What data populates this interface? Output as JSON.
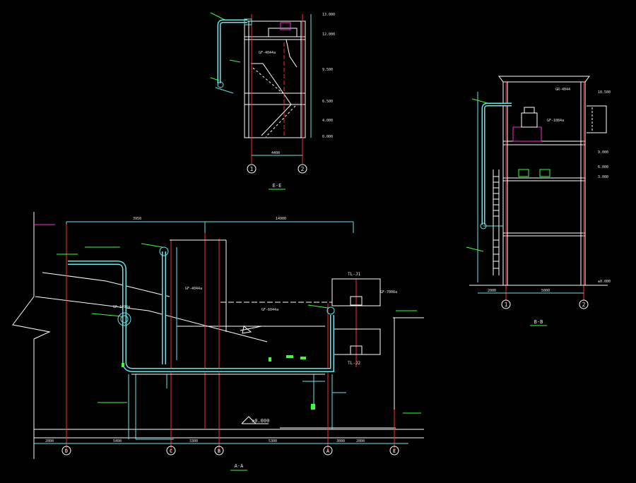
{
  "views": {
    "ee": {
      "title": "E-E",
      "axis1": "1",
      "axis2": "2",
      "equipment": "GF-4044a",
      "dim_width": "4400",
      "elevations": [
        "13.000",
        "12.000",
        "9.500",
        "6.500",
        "4.000",
        "0.000"
      ]
    },
    "bb": {
      "title": "B-B",
      "axis1": "1",
      "axis2": "2",
      "equipment": "GF-1084a",
      "equipment_b": "GR-4044",
      "dims": [
        "2000",
        "5000"
      ],
      "elevations": [
        "10.500",
        "9.000",
        "6.000",
        "3.000",
        "±0.000"
      ]
    },
    "aa": {
      "title": "A-A",
      "tags": [
        "TL-J1",
        "TL-J2"
      ],
      "equipment": [
        "GF-1094a",
        "GF-4044a",
        "GF-6044a",
        "GF-7008a"
      ],
      "axes": [
        "D",
        "C",
        "B",
        "A",
        "E"
      ],
      "elevation_zero": "±0.000",
      "dims_top": [
        "3950",
        "14900"
      ],
      "dims_bottom": [
        "2000",
        "5400",
        "3300",
        "5300",
        "3000",
        "2000"
      ]
    }
  },
  "colors": {
    "background": "#000000",
    "pipe": "#5ee8ee",
    "structure": "#ffffff",
    "axis_red": "#ff2a2a",
    "text_green": "#3cff3c",
    "magenta": "#ff2bd8"
  }
}
